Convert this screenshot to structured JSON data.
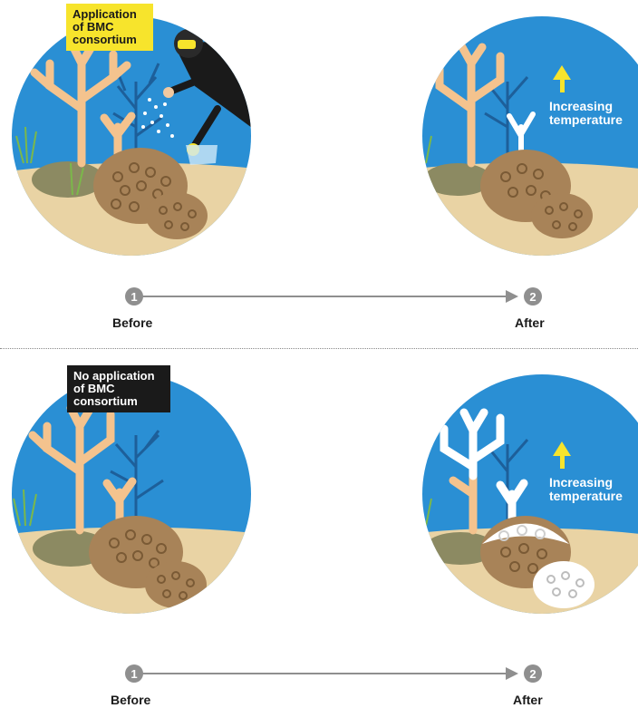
{
  "panels": [
    {
      "callout": {
        "lines": [
          "Application",
          "of BMC",
          "consortium"
        ],
        "color": "#f7e42c"
      },
      "after_label": {
        "lines": [
          "Increasing",
          "temperature"
        ]
      },
      "timeline": {
        "start_number": "1",
        "start_label": "Before",
        "end_number": "2",
        "end_label": "After"
      }
    },
    {
      "callout": {
        "lines": [
          "No application",
          "of BMC",
          "consortium"
        ],
        "color": "#1a1a1a"
      },
      "after_label": {
        "lines": [
          "Increasing",
          "temperature"
        ]
      },
      "timeline": {
        "start_number": "1",
        "start_label": "Before",
        "end_number": "2",
        "end_label": "After"
      }
    }
  ],
  "colors": {
    "water": "#2a8fd4",
    "sand": "#e9d3a4",
    "branch_coral": "#f4c38e",
    "bleached_coral": "#ffffff",
    "boulder_coral": "#a88358",
    "arrow_temp": "#f7e42c",
    "timeline": "#8f8f8f"
  }
}
